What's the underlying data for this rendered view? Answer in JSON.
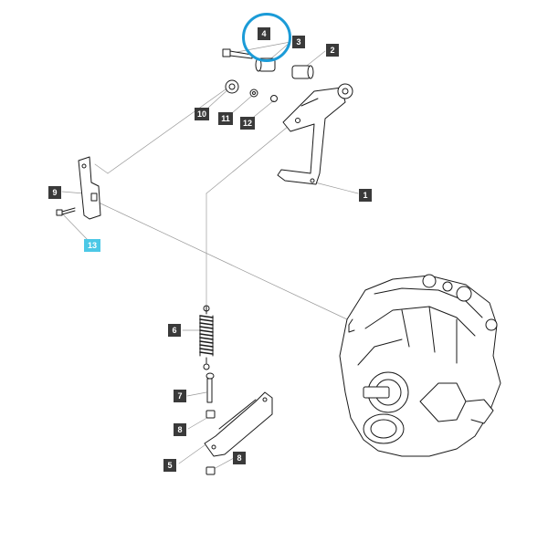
{
  "diagram": {
    "callouts": [
      {
        "id": "c4",
        "label": "4",
        "highlighted": false
      },
      {
        "id": "c3",
        "label": "3",
        "highlighted": false
      },
      {
        "id": "c2",
        "label": "2",
        "highlighted": false
      },
      {
        "id": "c10",
        "label": "10",
        "highlighted": false
      },
      {
        "id": "c11",
        "label": "11",
        "highlighted": false
      },
      {
        "id": "c12",
        "label": "12",
        "highlighted": false
      },
      {
        "id": "c1",
        "label": "1",
        "highlighted": false
      },
      {
        "id": "c9",
        "label": "9",
        "highlighted": false
      },
      {
        "id": "c13",
        "label": "13",
        "highlighted": true
      },
      {
        "id": "c6",
        "label": "6",
        "highlighted": false
      },
      {
        "id": "c7",
        "label": "7",
        "highlighted": false
      },
      {
        "id": "c8a",
        "label": "8",
        "highlighted": false
      },
      {
        "id": "c5",
        "label": "5",
        "highlighted": false
      },
      {
        "id": "c8b",
        "label": "8",
        "highlighted": false
      }
    ],
    "selected_part": "4",
    "colors": {
      "callout_bg": "#3a3a3a",
      "callout_highlight": "#4cc8e6",
      "selection_ring": "#1b9bd7",
      "line_art": "#1a1a1a"
    }
  }
}
